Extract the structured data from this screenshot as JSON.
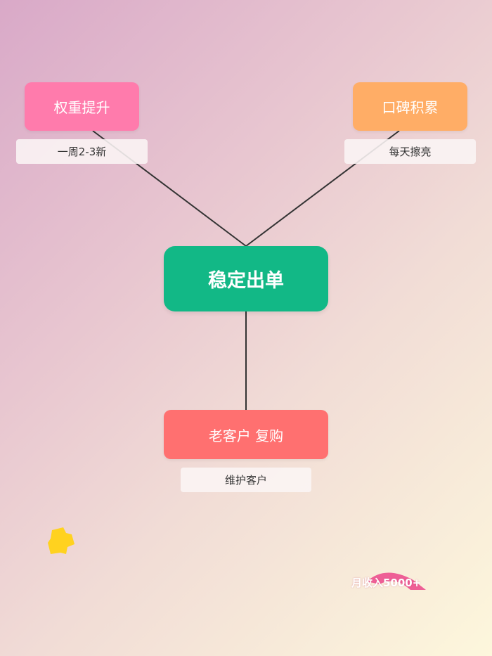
{
  "diagram": {
    "center": {
      "label": "稳定出单",
      "color": "#12b886"
    },
    "top_left": {
      "label": "权重提升",
      "note": "一周2-3新",
      "color": "#ff7bac"
    },
    "top_right": {
      "label": "口碑积累",
      "note": "每天擦亮",
      "color": "#ffad66"
    },
    "bottom": {
      "label": "老客户 复购",
      "note": "维护客户",
      "color": "#ff7070"
    },
    "connector_color": "#333333"
  },
  "decorations": {
    "sticker_color": "#ffd21f",
    "income_badge": {
      "text": "月收入5000+",
      "color": "#ee5f96"
    }
  }
}
